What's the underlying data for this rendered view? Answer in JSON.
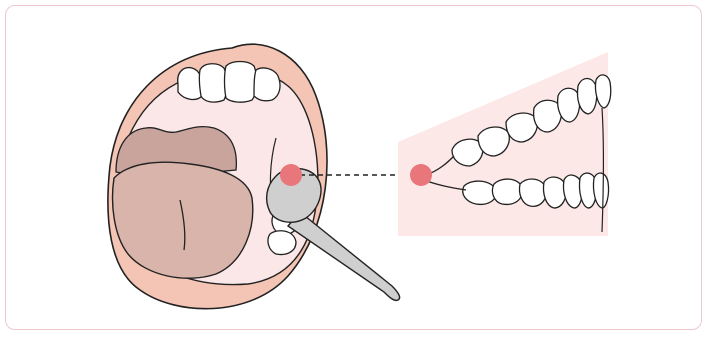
{
  "colors": {
    "frame_border": "#efc9cc",
    "lip": "#f4c4b4",
    "mouth_interior": "#fbe7e8",
    "tongue": "#d9b4aa",
    "tongue_back": "#c8a49c",
    "swab": "#cfcfcf",
    "marker": "#e8767a",
    "zoom_panel": "#fde8e8",
    "outline": "#222222"
  },
  "icons": {
    "mouth": "open-mouth-illustration",
    "swab": "buccal-swab-icon",
    "marker": "sample-site-marker",
    "zoom": "dental-arch-closeup"
  }
}
